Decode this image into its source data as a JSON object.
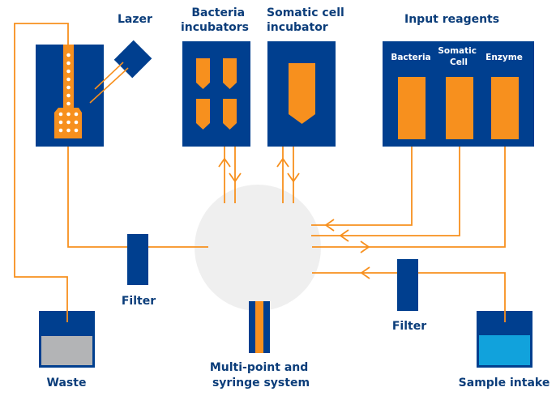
{
  "colors": {
    "navy": "#003f8f",
    "orange": "#f7901e",
    "circle": "#efefef",
    "waste_fill": "#b3b4b6",
    "sample_fill": "#11a2dc",
    "label": "#0b3d7a"
  },
  "labels": {
    "lazer": "Lazer",
    "bacteria_incubators": [
      "Bacteria",
      "incubators"
    ],
    "somatic_incubator": [
      "Somatic cell",
      "incubator"
    ],
    "input_reagents": "Input reagents",
    "reagent_bacteria": "Bacteria",
    "reagent_somatic": [
      "Somatic",
      "Cell"
    ],
    "reagent_enzyme": "Enzyme",
    "filter_left": "Filter",
    "filter_right": "Filter",
    "waste": "Waste",
    "syringe": [
      "Multi-point and",
      "syringe system"
    ],
    "sample_intake": "Sample intake"
  },
  "icons": {
    "chip": "microfluidic-chip-icon",
    "laser": "laser-icon",
    "hub": "mixing-hub-icon",
    "filter": "filter-icon",
    "waste": "waste-container-icon",
    "sample": "sample-container-icon",
    "syringe": "syringe-icon"
  }
}
